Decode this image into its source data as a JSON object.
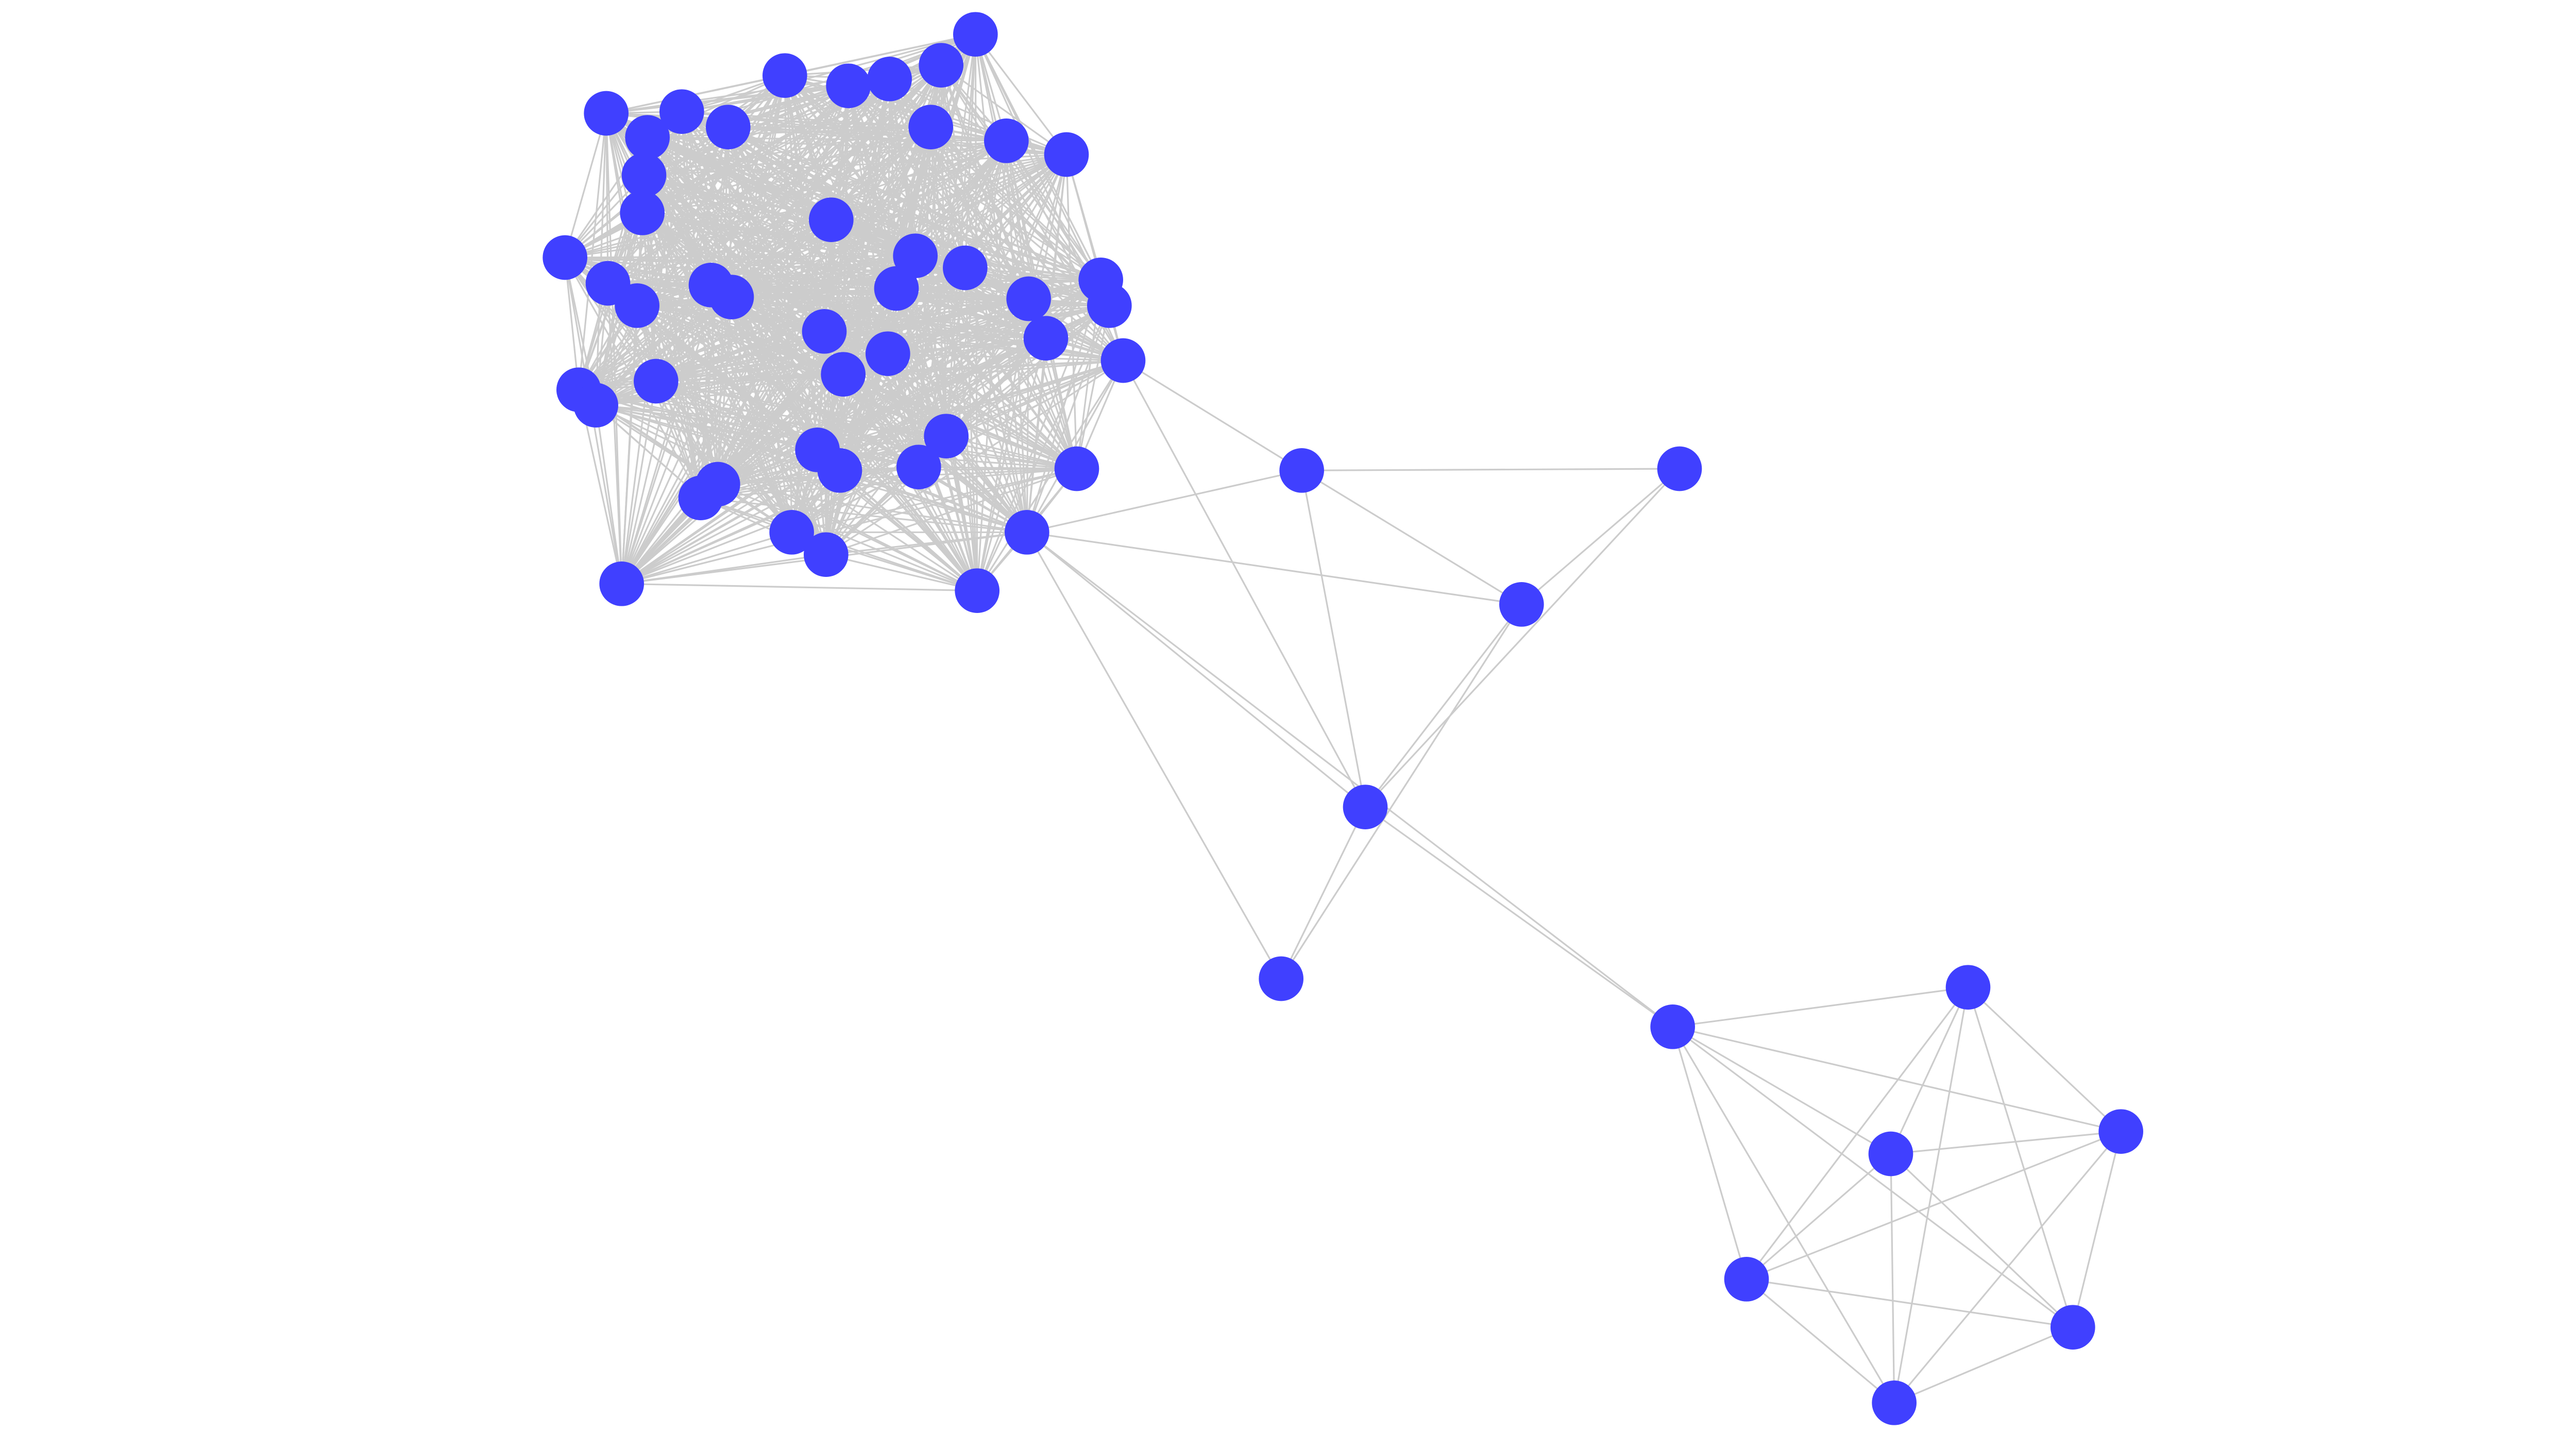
{
  "colors": {
    "background": "#ffffff",
    "node_fill": "#4040ff",
    "edge_stroke": "#cccccc"
  },
  "graph": {
    "type": "network",
    "layout": "force-directed",
    "node_count": 60,
    "clusters": [
      {
        "name": "dense-cluster",
        "node_count": 41,
        "complete": true
      },
      {
        "name": "bridge-nodes",
        "node_count": 6
      },
      {
        "name": "small-cluster",
        "node_count": 7,
        "complete": true
      }
    ]
  }
}
